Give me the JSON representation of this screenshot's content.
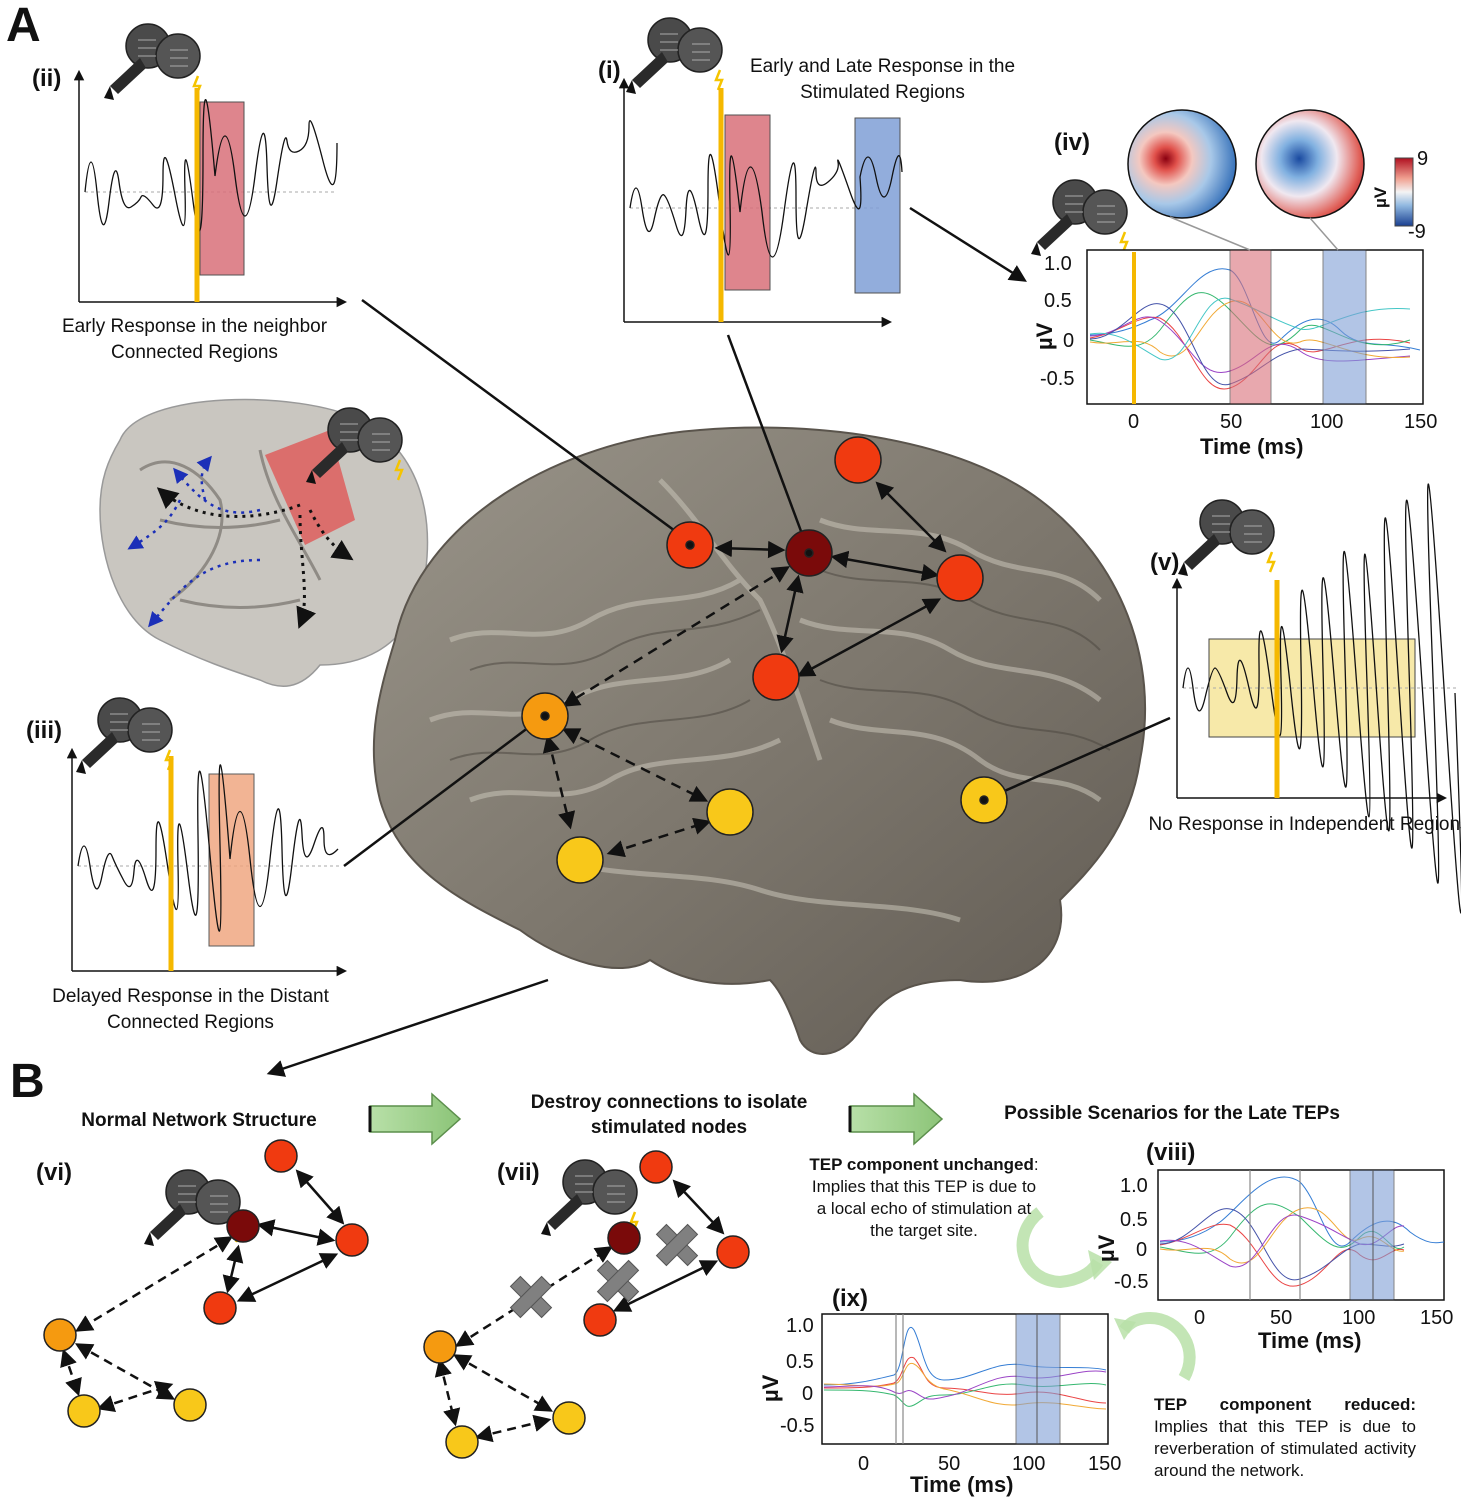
{
  "panel_A": {
    "letter": "A",
    "sub_i": {
      "label": "(i)",
      "caption": "Early and Late Response in the Stimulated Regions"
    },
    "sub_ii": {
      "label": "(ii)",
      "caption": "Early Response in the neighbor Connected Regions"
    },
    "sub_iii": {
      "label": "(iii)",
      "caption": "Delayed Response in the Distant Connected Regions"
    },
    "sub_iv": {
      "label": "(iv)",
      "colorbar_max": "9",
      "colorbar_min": "-9",
      "colorbar_unit": "µV",
      "ylabel": "µV",
      "xlabel": "Time (ms)",
      "yticks": [
        "1.0",
        "0.5",
        "0",
        "-0.5"
      ],
      "xticks": [
        "0",
        "50",
        "100",
        "150"
      ]
    },
    "sub_v": {
      "label": "(v)",
      "caption": "No Response in Independent Regions"
    }
  },
  "panel_B": {
    "letter": "B",
    "step1": "Normal Network Structure",
    "step2": "Destroy connections to isolate stimulated nodes",
    "step3": "Possible Scenarios for the Late TEPs",
    "sub_vi": "(vi)",
    "sub_vii": "(vii)",
    "sub_viii": {
      "label": "(viii)",
      "ylabel": "µV",
      "xlabel": "Time (ms)",
      "yticks": [
        "1.0",
        "0.5",
        "0",
        "-0.5"
      ],
      "xticks": [
        "0",
        "50",
        "100",
        "150"
      ]
    },
    "sub_ix": {
      "label": "(ix)",
      "ylabel": "µV",
      "xlabel": "Time (ms)",
      "yticks": [
        "1.0",
        "0.5",
        "0",
        "-0.5"
      ],
      "xticks": [
        "0",
        "50",
        "100",
        "150"
      ]
    },
    "note_unchanged_title": "TEP component unchanged",
    "note_unchanged_body": "Implies that this TEP is due to a local echo of stimulation at the target site.",
    "note_reduced_title": "TEP component reduced:",
    "note_reduced_body": "Implies that this TEP is due to reverberation of stimulated activity around the network."
  },
  "colors": {
    "stim_line": "#f5b800",
    "early_window": "#d9707a",
    "late_window": "#7f9fd6",
    "delayed_window": "#f0a27a",
    "noresp_window": "#f7e7a0",
    "node_stimulated": "#7a0a0a",
    "node_neighbor": "#f03a10",
    "node_distant": "#f59a10",
    "node_independent": "#f8c81a",
    "arrow_green": "#98cc84",
    "cross_gray": "#808080"
  },
  "icons": [
    "tms-coil-icon",
    "lightning-icon",
    "brain-icon",
    "cross-icon",
    "curved-arrow-icon"
  ]
}
